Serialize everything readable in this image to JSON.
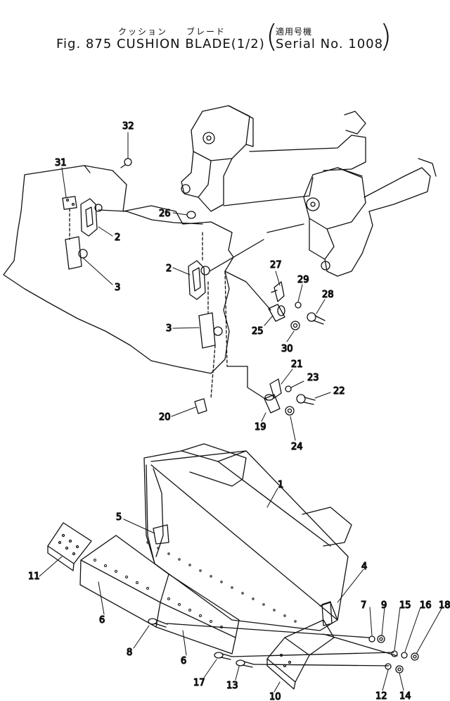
{
  "header": {
    "jp_title_1": "クッション",
    "jp_title_2": "ブレード",
    "jp_serial_label": "適用号機",
    "title": "Fig. 875 CUSHION BLADE(1/2)",
    "serial": "Serial No. 1008"
  },
  "callouts": [
    {
      "id": "c32",
      "num": "32"
    },
    {
      "id": "c31",
      "num": "31"
    },
    {
      "id": "c26",
      "num": "26"
    },
    {
      "id": "c2a",
      "num": "2"
    },
    {
      "id": "c3a",
      "num": "3"
    },
    {
      "id": "c2b",
      "num": "2"
    },
    {
      "id": "c27",
      "num": "27"
    },
    {
      "id": "c29",
      "num": "29"
    },
    {
      "id": "c28",
      "num": "28"
    },
    {
      "id": "c25",
      "num": "25"
    },
    {
      "id": "c30",
      "num": "30"
    },
    {
      "id": "c3b",
      "num": "3"
    },
    {
      "id": "c21",
      "num": "21"
    },
    {
      "id": "c23",
      "num": "23"
    },
    {
      "id": "c22",
      "num": "22"
    },
    {
      "id": "c19",
      "num": "19"
    },
    {
      "id": "c24",
      "num": "24"
    },
    {
      "id": "c20",
      "num": "20"
    },
    {
      "id": "c1",
      "num": "1"
    },
    {
      "id": "c5",
      "num": "5"
    },
    {
      "id": "c4",
      "num": "4"
    },
    {
      "id": "c11",
      "num": "11"
    },
    {
      "id": "c6a",
      "num": "6"
    },
    {
      "id": "c7",
      "num": "7"
    },
    {
      "id": "c9",
      "num": "9"
    },
    {
      "id": "c15",
      "num": "15"
    },
    {
      "id": "c16",
      "num": "16"
    },
    {
      "id": "c18",
      "num": "18"
    },
    {
      "id": "c8",
      "num": "8"
    },
    {
      "id": "c6b",
      "num": "6"
    },
    {
      "id": "c17",
      "num": "17"
    },
    {
      "id": "c13",
      "num": "13"
    },
    {
      "id": "c12",
      "num": "12"
    },
    {
      "id": "c14",
      "num": "14"
    },
    {
      "id": "c10",
      "num": "10"
    }
  ]
}
